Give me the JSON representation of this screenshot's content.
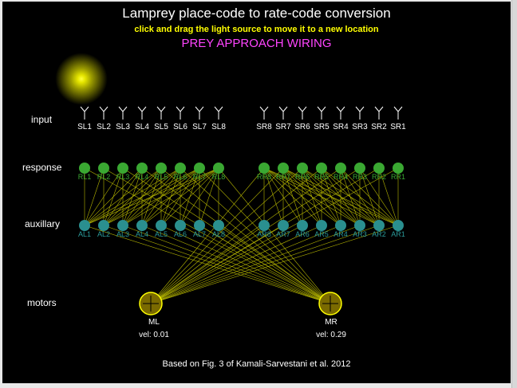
{
  "header": {
    "title": "Lamprey place-code to rate-code conversion",
    "subtitle": "click and drag the light source to move it to a new location",
    "mode": "PREY APPROACH WIRING"
  },
  "row_labels": {
    "input": "input",
    "response": "response",
    "auxiliary": "auxillary",
    "motors": "motors"
  },
  "colors": {
    "title": "#ffffff",
    "subtitle": "#ffff00",
    "mode": "#ff44ff",
    "sensor": "#ffffff",
    "response_node": "#3aa832",
    "response_label": "#3aa832",
    "aux_node": "#2a8f8f",
    "aux_label": "#2a9a9a",
    "wire": "#c8c800",
    "motor_fill": "#7a6a00",
    "motor_ring": "#ffff00"
  },
  "sensors": {
    "left": [
      "SL1",
      "SL2",
      "SL3",
      "SL4",
      "SL5",
      "SL6",
      "SL7",
      "SL8"
    ],
    "right": [
      "SR8",
      "SR7",
      "SR6",
      "SR5",
      "SR4",
      "SR3",
      "SR2",
      "SR1"
    ]
  },
  "responses": {
    "left": [
      "RL1",
      "RL2",
      "RL3",
      "RL4",
      "RL5",
      "RL6",
      "RL7",
      "RL8"
    ],
    "right": [
      "RR8",
      "RR7",
      "RR6",
      "RR5",
      "RR4",
      "RR3",
      "RR2",
      "RR1"
    ]
  },
  "auxiliaries": {
    "left": [
      "AL1",
      "AL2",
      "AL3",
      "AL4",
      "AL5",
      "AL6",
      "AL7",
      "AL8"
    ],
    "right": [
      "AR8",
      "AR7",
      "AR6",
      "AR5",
      "AR4",
      "AR3",
      "AR2",
      "AR1"
    ]
  },
  "motors": {
    "left": {
      "name": "ML",
      "velocity": "vel: 0.01"
    },
    "right": {
      "name": "MR",
      "velocity": "vel: 0.29"
    }
  },
  "footer": "Based on Fig. 3 of Kamali-Sarvestani et al. 2012"
}
